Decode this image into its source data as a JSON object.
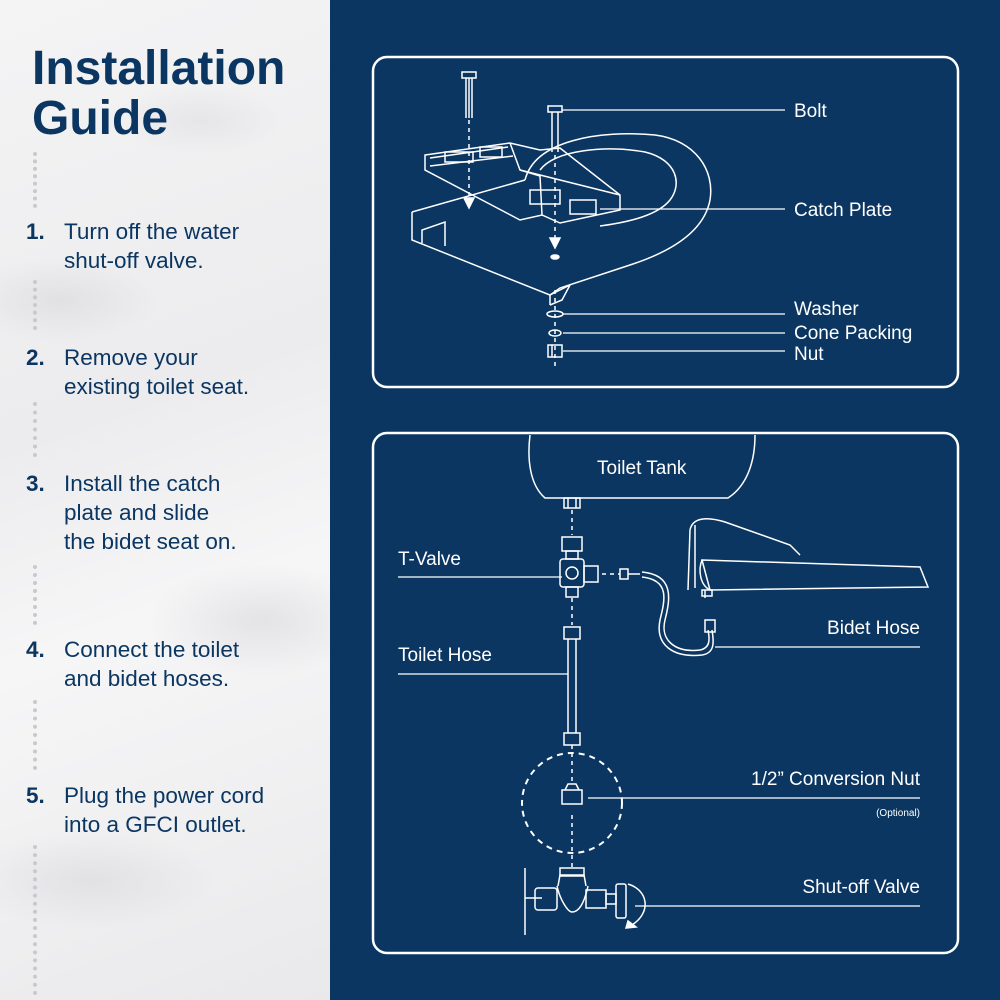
{
  "guide": {
    "title_line1": "Installation",
    "title_line2": "Guide",
    "steps": [
      {
        "num": "1.",
        "lines": [
          "Turn off the water",
          "shut-off valve."
        ]
      },
      {
        "num": "2.",
        "lines": [
          "Remove your",
          "existing toilet seat."
        ]
      },
      {
        "num": "3.",
        "lines": [
          "Install the catch",
          "plate and slide",
          "the bidet seat on."
        ]
      },
      {
        "num": "4.",
        "lines": [
          "Connect the toilet",
          "and bidet hoses."
        ]
      },
      {
        "num": "5.",
        "lines": [
          "Plug the power cord",
          "into a GFCI outlet."
        ]
      }
    ]
  },
  "seat_diagram": {
    "labels": {
      "bolt": "Bolt",
      "catch_plate": "Catch Plate",
      "washer": "Washer",
      "cone_packing": "Cone Packing",
      "nut": "Nut"
    }
  },
  "hose_diagram": {
    "labels": {
      "toilet_tank": "Toilet Tank",
      "t_valve": "T-Valve",
      "bidet_hose": "Bidet Hose",
      "toilet_hose": "Toilet Hose",
      "conversion_nut": "1/2” Conversion Nut",
      "optional": "(Optional)",
      "shutoff_valve": "Shut-off Valve"
    }
  },
  "colors": {
    "navy": "#0b3661",
    "line": "#ffffff",
    "marble": "#efeff1"
  }
}
